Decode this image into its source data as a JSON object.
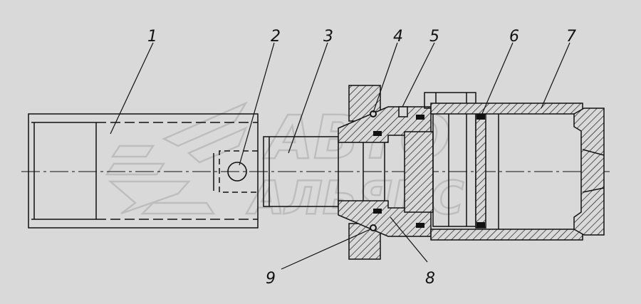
{
  "diagram": {
    "callouts": [
      {
        "id": "1",
        "label": "1"
      },
      {
        "id": "2",
        "label": "2"
      },
      {
        "id": "3",
        "label": "3"
      },
      {
        "id": "4",
        "label": "4"
      },
      {
        "id": "5",
        "label": "5"
      },
      {
        "id": "6",
        "label": "6"
      },
      {
        "id": "7",
        "label": "7"
      },
      {
        "id": "8",
        "label": "8"
      },
      {
        "id": "9",
        "label": "9"
      }
    ],
    "watermark": {
      "line1": "АВТО",
      "line2": "АЛЬЯНС"
    }
  },
  "colors": {
    "background": "#d9d9d9",
    "line": "#111111",
    "hatch": "#111111",
    "watermark": "#bdbdbd"
  }
}
